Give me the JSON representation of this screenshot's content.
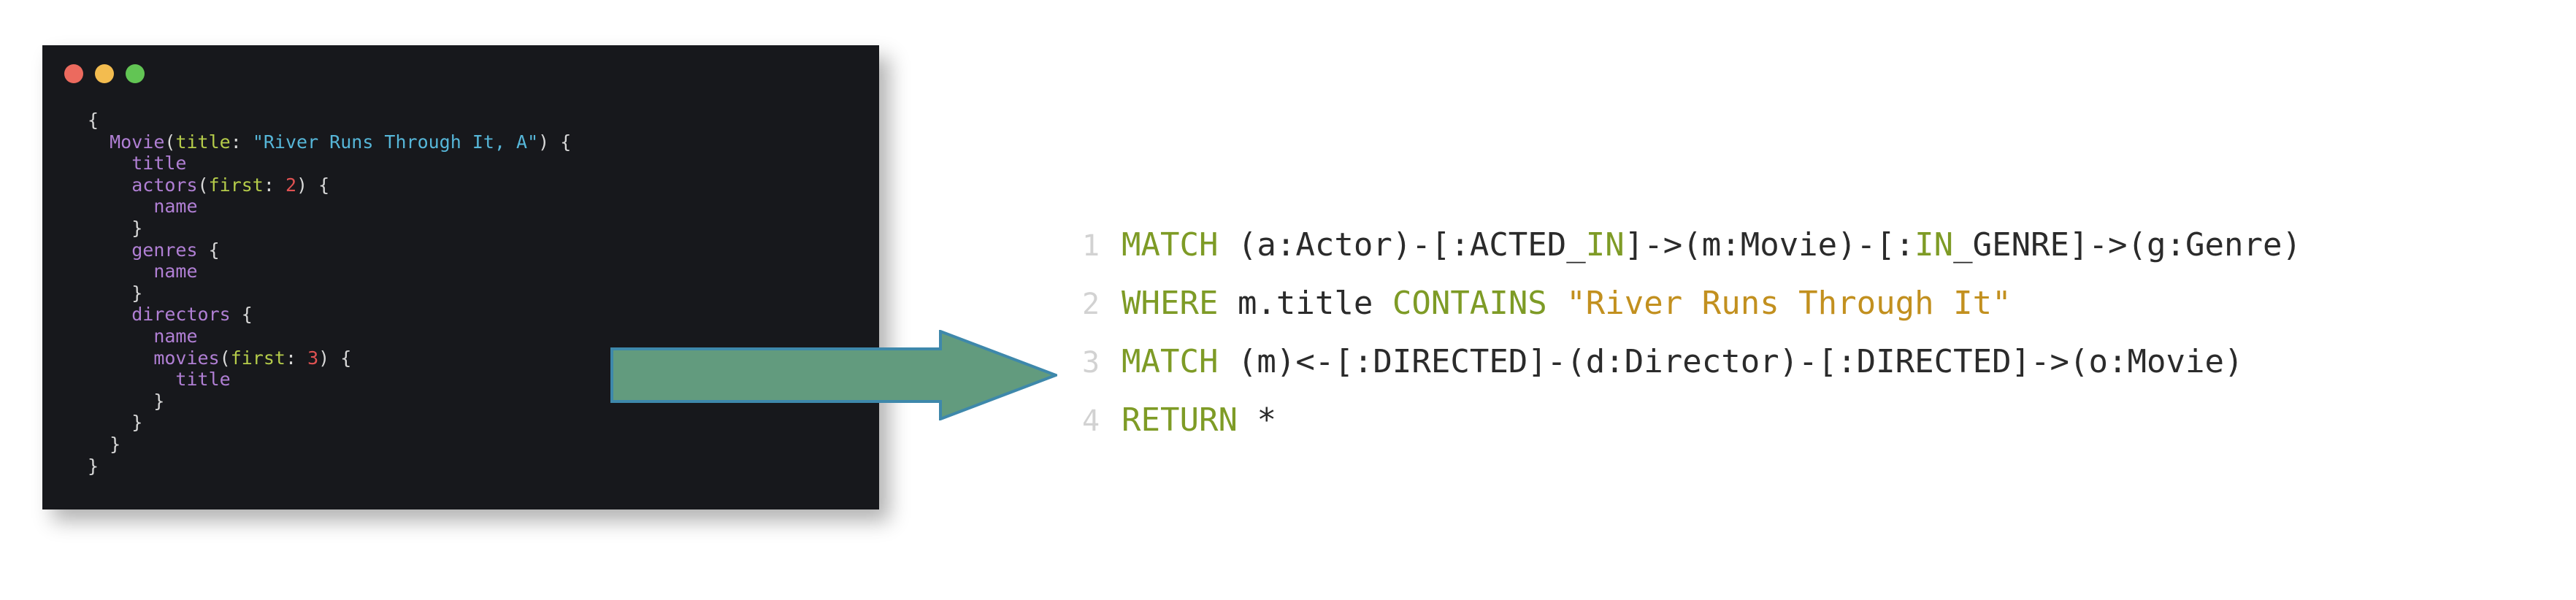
{
  "window": {
    "traffic_lights": [
      {
        "name": "close",
        "color": "#ec6a5e"
      },
      {
        "name": "minimize",
        "color": "#f3bc4f"
      },
      {
        "name": "zoom",
        "color": "#62c554"
      }
    ],
    "background": "#17181c"
  },
  "graphql": {
    "language": "graphql",
    "lines": [
      [
        {
          "t": "{",
          "c": "punc"
        }
      ],
      [
        {
          "t": "  ",
          "c": "punc"
        },
        {
          "t": "Movie",
          "c": "field"
        },
        {
          "t": "(",
          "c": "punc"
        },
        {
          "t": "title",
          "c": "arg"
        },
        {
          "t": ": ",
          "c": "punc"
        },
        {
          "t": "\"River Runs Through It, A\"",
          "c": "str"
        },
        {
          "t": ") {",
          "c": "punc"
        }
      ],
      [
        {
          "t": "    ",
          "c": "punc"
        },
        {
          "t": "title",
          "c": "field"
        }
      ],
      [
        {
          "t": "    ",
          "c": "punc"
        },
        {
          "t": "actors",
          "c": "field"
        },
        {
          "t": "(",
          "c": "punc"
        },
        {
          "t": "first",
          "c": "arg"
        },
        {
          "t": ": ",
          "c": "punc"
        },
        {
          "t": "2",
          "c": "num"
        },
        {
          "t": ") {",
          "c": "punc"
        }
      ],
      [
        {
          "t": "      ",
          "c": "punc"
        },
        {
          "t": "name",
          "c": "field"
        }
      ],
      [
        {
          "t": "    }",
          "c": "punc"
        }
      ],
      [
        {
          "t": "    ",
          "c": "punc"
        },
        {
          "t": "genres",
          "c": "field"
        },
        {
          "t": " {",
          "c": "punc"
        }
      ],
      [
        {
          "t": "      ",
          "c": "punc"
        },
        {
          "t": "name",
          "c": "field"
        }
      ],
      [
        {
          "t": "    }",
          "c": "punc"
        }
      ],
      [
        {
          "t": "    ",
          "c": "punc"
        },
        {
          "t": "directors",
          "c": "field"
        },
        {
          "t": " {",
          "c": "punc"
        }
      ],
      [
        {
          "t": "      ",
          "c": "punc"
        },
        {
          "t": "name",
          "c": "field"
        }
      ],
      [
        {
          "t": "      ",
          "c": "punc"
        },
        {
          "t": "movies",
          "c": "field"
        },
        {
          "t": "(",
          "c": "punc"
        },
        {
          "t": "first",
          "c": "arg"
        },
        {
          "t": ": ",
          "c": "punc"
        },
        {
          "t": "3",
          "c": "num"
        },
        {
          "t": ") {",
          "c": "punc"
        }
      ],
      [
        {
          "t": "        ",
          "c": "punc"
        },
        {
          "t": "title",
          "c": "field"
        }
      ],
      [
        {
          "t": "      }",
          "c": "punc"
        }
      ],
      [
        {
          "t": "    }",
          "c": "punc"
        }
      ],
      [
        {
          "t": "  }",
          "c": "punc"
        }
      ],
      [
        {
          "t": "}",
          "c": "punc"
        }
      ]
    ],
    "plain_text": "{\n  Movie(title: \"River Runs Through It, A\") {\n    title\n    actors(first: 2) {\n      name\n    }\n    genres {\n      name\n    }\n    directors {\n      name\n      movies(first: 3) {\n        title\n      }\n    }\n  }\n}",
    "colors": {
      "punctuation": "#d8d8d8",
      "field": "#b07fd4",
      "argument": "#b5cc4a",
      "string": "#56b6d8",
      "number": "#e05252"
    }
  },
  "arrow": {
    "name": "right-block-arrow",
    "fill": "#629b7e",
    "stroke": "#3e88ab",
    "direction": "right"
  },
  "cypher": {
    "language": "cypher",
    "lines": [
      {
        "number": "1",
        "segments": [
          {
            "t": "MATCH",
            "c": "kw"
          },
          {
            "t": " (a:Actor)-[:ACTED_",
            "c": "text"
          },
          {
            "t": "IN",
            "c": "kw"
          },
          {
            "t": "]->(m:Movie)-[:",
            "c": "text"
          },
          {
            "t": "IN",
            "c": "kw"
          },
          {
            "t": "_GENRE]->(g:Genre)",
            "c": "text"
          }
        ]
      },
      {
        "number": "2",
        "segments": [
          {
            "t": "WHERE",
            "c": "kw"
          },
          {
            "t": " m.title ",
            "c": "text"
          },
          {
            "t": "CONTAINS",
            "c": "kw"
          },
          {
            "t": " ",
            "c": "text"
          },
          {
            "t": "\"River Runs Through It\"",
            "c": "str"
          }
        ]
      },
      {
        "number": "3",
        "segments": [
          {
            "t": "MATCH",
            "c": "kw"
          },
          {
            "t": " (m)<-[:DIRECTED]-(d:Director)-[:DIRECTED]->(o:Movie)",
            "c": "text"
          }
        ]
      },
      {
        "number": "4",
        "segments": [
          {
            "t": "RETURN",
            "c": "kw"
          },
          {
            "t": " *",
            "c": "text"
          }
        ]
      }
    ],
    "plain_text": "MATCH (a:Actor)-[:ACTED_IN]->(m:Movie)-[:IN_GENRE]->(g:Genre)\nWHERE m.title CONTAINS \"River Runs Through It\"\nMATCH (m)<-[:DIRECTED]-(d:Director)-[:DIRECTED]->(o:Movie)\nRETURN *",
    "colors": {
      "keyword": "#7e9b26",
      "string": "#c2901f",
      "text": "#2b2b2b",
      "gutter": "#d2d2d2"
    }
  }
}
